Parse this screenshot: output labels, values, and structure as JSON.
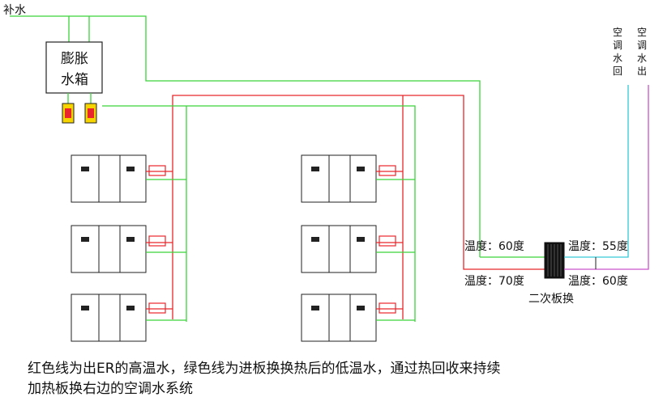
{
  "labels": {
    "makeup_water": "补水",
    "tank_line1": "膨胀",
    "tank_line2": "水箱",
    "ac_return": "空调水回",
    "ac_supply": "空调水出",
    "temp_left_top": "温度：60度",
    "temp_left_bottom": "温度：70度",
    "temp_right_top": "温度：55度",
    "temp_right_bottom": "温度：60度",
    "heat_exchanger": "二次板换",
    "caption_line1": "红色线为出ER的高温水，绿色线为进板换换热后的低温水，通过热回收来持续",
    "caption_line2": "加热板换右边的空调水系统"
  },
  "colors": {
    "hot_pipe": "#e8262b",
    "cool_pipe": "#3ad43a",
    "ac_return_pipe": "#36c9d6",
    "ac_supply_pipe": "#c955c9"
  }
}
